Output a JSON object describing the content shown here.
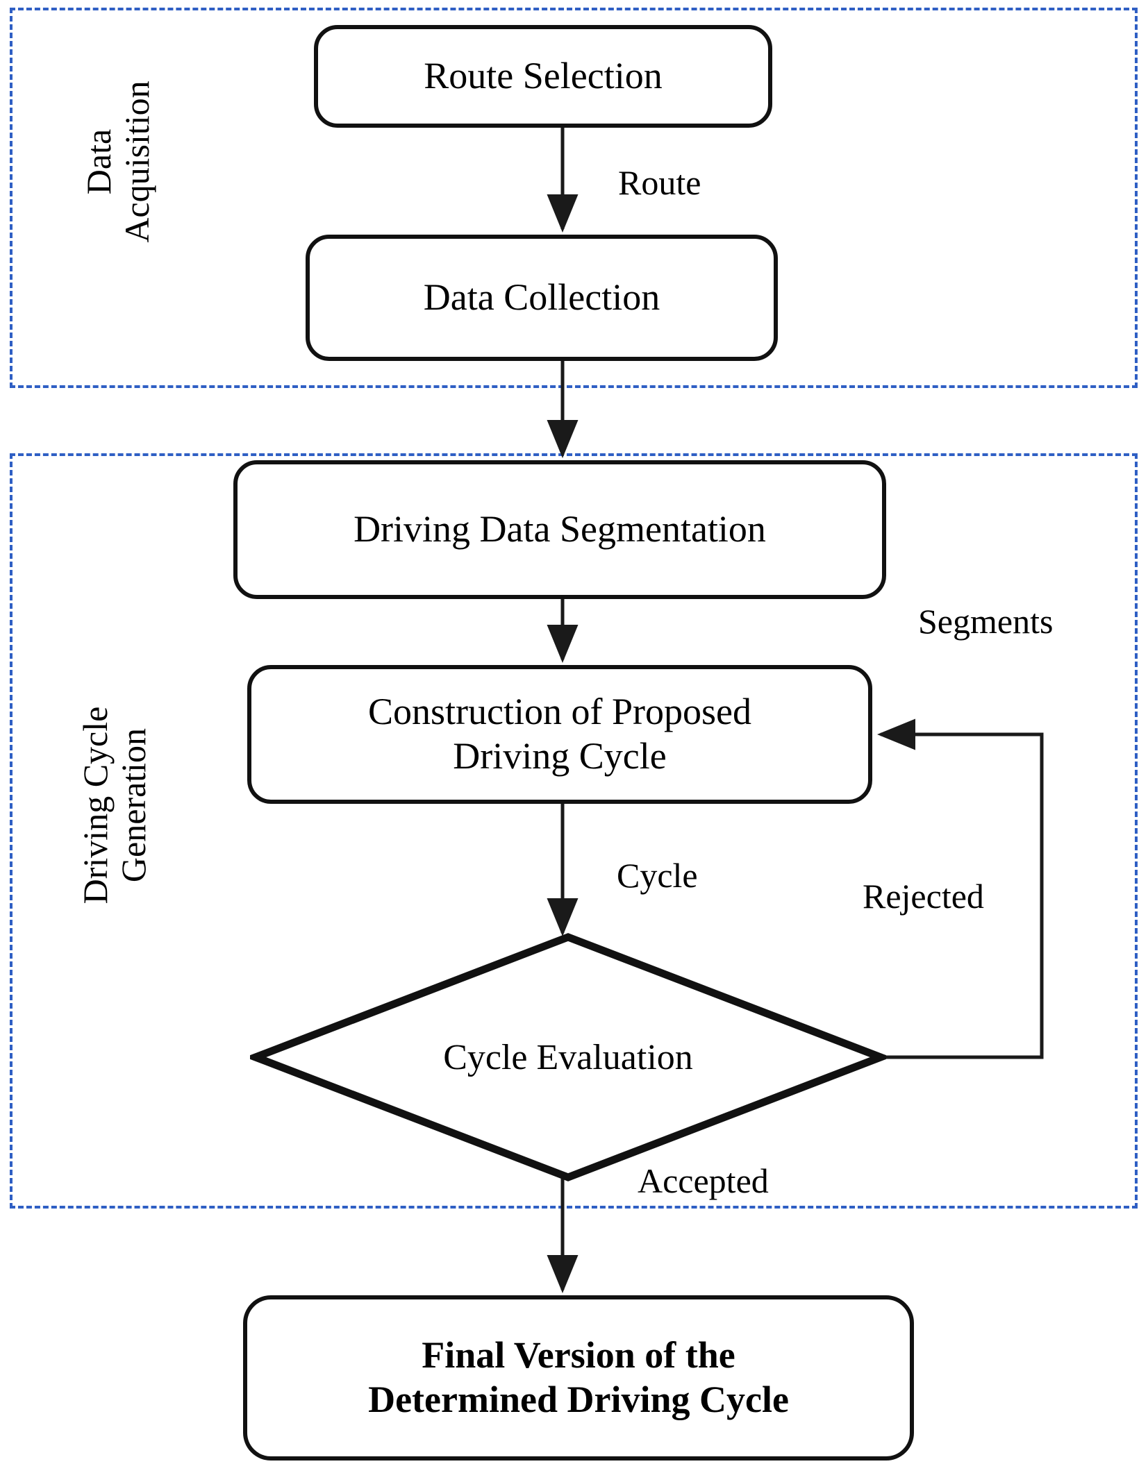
{
  "diagram": {
    "type": "flowchart",
    "orientation": "top-to-bottom",
    "lanes": [
      {
        "id": "data-acquisition",
        "title_line1": "Data",
        "title_line2": "Acquisition",
        "border_color": "#2f5fc4",
        "border_style": "dashed"
      },
      {
        "id": "driving-cycle-generation",
        "title_line1": "Driving Cycle",
        "title_line2": "Generation",
        "border_color": "#2f5fc4",
        "border_style": "dashed"
      }
    ],
    "nodes": [
      {
        "id": "route-selection",
        "shape": "rounded-rectangle",
        "label": "Route Selection",
        "lane": "data-acquisition",
        "bold": false
      },
      {
        "id": "data-collection",
        "shape": "rounded-rectangle",
        "label": "Data Collection",
        "lane": "data-acquisition",
        "bold": false
      },
      {
        "id": "segmentation",
        "shape": "rounded-rectangle",
        "label": "Driving Data Segmentation",
        "lane": "driving-cycle-generation",
        "bold": false
      },
      {
        "id": "construction",
        "shape": "rounded-rectangle",
        "label_line1": "Construction of Proposed",
        "label_line2": "Driving Cycle",
        "lane": "driving-cycle-generation",
        "bold": false
      },
      {
        "id": "cycle-evaluation",
        "shape": "diamond",
        "label": "Cycle Evaluation",
        "lane": "driving-cycle-generation",
        "bold": false
      },
      {
        "id": "final-cycle",
        "shape": "rounded-rectangle",
        "label_line1": "Final Version of the",
        "label_line2": "Determined Driving Cycle",
        "lane": "none",
        "bold": true
      }
    ],
    "edges": [
      {
        "id": "route-selection-to-data-collection",
        "from": "route-selection",
        "to": "data-collection",
        "label": "Route",
        "arrow": true
      },
      {
        "id": "data-collection-to-segmentation",
        "from": "data-collection",
        "to": "segmentation",
        "label": "",
        "arrow": true
      },
      {
        "id": "segmentation-to-construction",
        "from": "segmentation",
        "to": "construction",
        "label": "",
        "arrow": true
      },
      {
        "id": "construction-to-evaluation",
        "from": "construction",
        "to": "cycle-evaluation",
        "label": "Cycle",
        "arrow": true
      },
      {
        "id": "evaluation-to-construction-feedback",
        "from": "cycle-evaluation",
        "to": "construction",
        "label": "Rejected",
        "secondary_label": "Segments",
        "arrow": true
      },
      {
        "id": "evaluation-to-final",
        "from": "cycle-evaluation",
        "to": "final-cycle",
        "label": "Accepted",
        "arrow": true
      }
    ],
    "colors": {
      "lane_border": "#2f5fc4",
      "node_border": "#111111",
      "node_fill": "#ffffff",
      "text": "#000000",
      "connector": "#1a1a1a",
      "background": "#ffffff"
    }
  }
}
